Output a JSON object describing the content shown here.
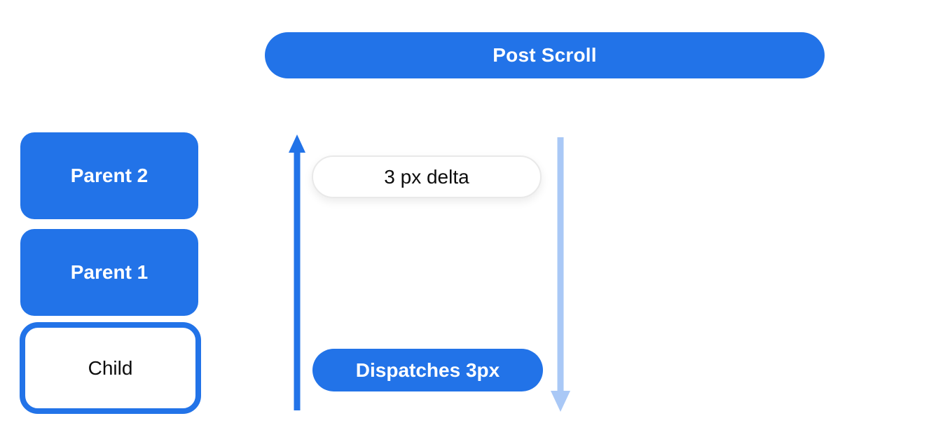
{
  "colors": {
    "primary": "#2273e8",
    "light_arrow": "#a9c8f6",
    "pill_border": "#e9e9e9",
    "text_dark": "#0d0d0d",
    "text_light": "#ffffff",
    "background": "#ffffff"
  },
  "header": {
    "title": "Post Scroll"
  },
  "boxes": [
    {
      "label": "Parent 2",
      "style": "filled"
    },
    {
      "label": "Parent 1",
      "style": "filled"
    },
    {
      "label": "Child",
      "style": "outlined"
    }
  ],
  "annotations": {
    "delta_pill": "3 px delta",
    "dispatch_pill": "Dispatches 3px"
  },
  "icons": {
    "up_arrow": "up-arrow",
    "down_arrow": "down-arrow"
  }
}
